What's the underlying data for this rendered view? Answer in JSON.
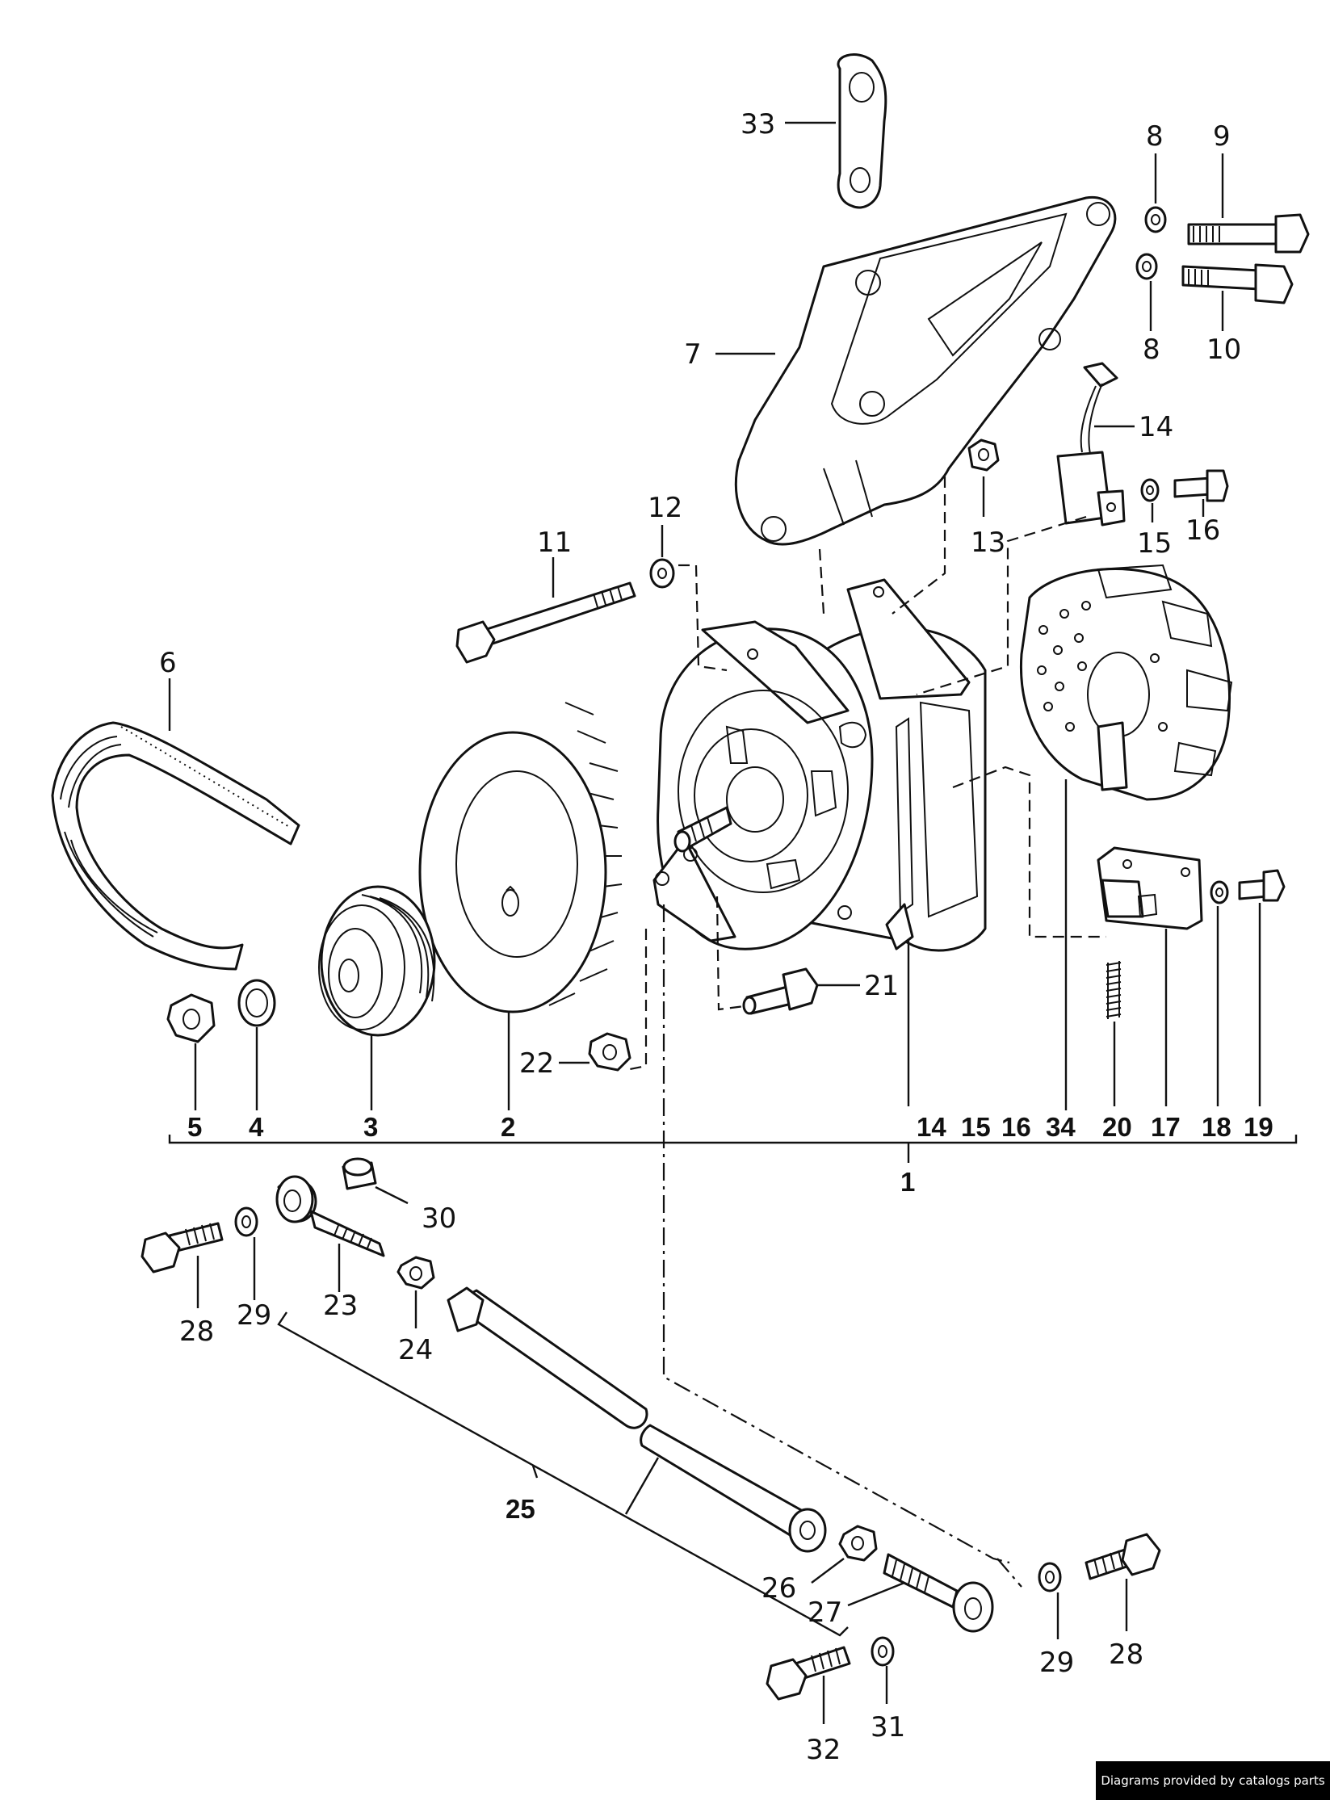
{
  "callouts": {
    "c1": "1",
    "c2": "2",
    "c3": "3",
    "c4": "4",
    "c5": "5",
    "c6": "6",
    "c7": "7",
    "c8a": "8",
    "c8b": "8",
    "c9": "9",
    "c10": "10",
    "c11": "11",
    "c12": "12",
    "c13": "13",
    "c14a": "14",
    "c14b": "14",
    "c15a": "15",
    "c15b": "15",
    "c16a": "16",
    "c16b": "16",
    "c17": "17",
    "c18": "18",
    "c19": "19",
    "c20": "20",
    "c21": "21",
    "c22": "22",
    "c23": "23",
    "c24": "24",
    "c25": "25",
    "c26": "26",
    "c27": "27",
    "c28a": "28",
    "c28b": "28",
    "c29a": "29",
    "c29b": "29",
    "c30": "30",
    "c31": "31",
    "c32": "32",
    "c33": "33",
    "c34": "34"
  },
  "footer": {
    "credit": "Diagrams provided by catalogs parts"
  }
}
